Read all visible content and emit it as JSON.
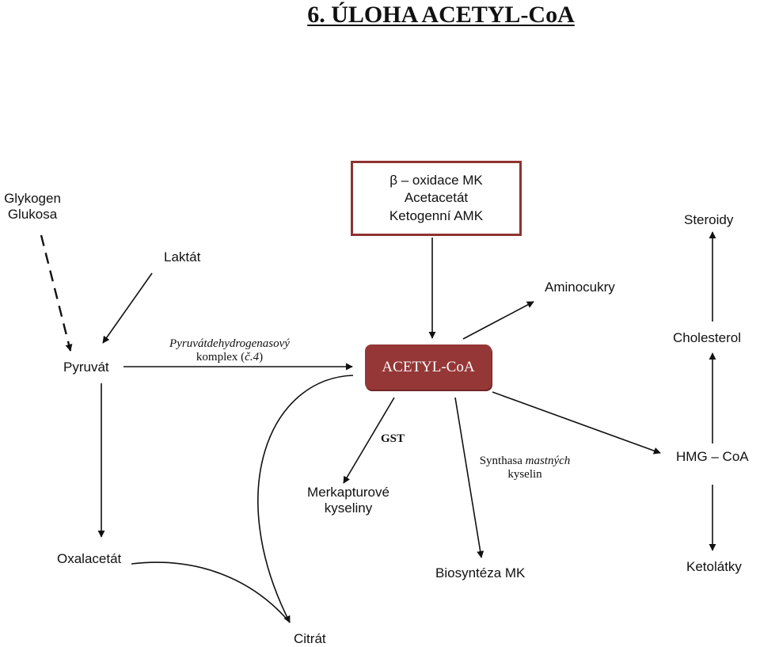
{
  "title": "6. ÚLOHA ACETYL-CoA",
  "center_node": "ACETYL-CoA",
  "source_box": {
    "line1": "β – oxidace MK",
    "line2": "Acetacetát",
    "line3": "Ketogenní AMK"
  },
  "nodes": {
    "glykogen": "Glykogen",
    "glukosa": "Glukosa",
    "laktat": "Laktát",
    "pyruvat": "Pyruvát",
    "oxalacetat": "Oxalacetát",
    "citrat": "Citrát",
    "aminocukry": "Aminocukry",
    "steroidy": "Steroidy",
    "cholesterol": "Cholesterol",
    "hmg_coa": "HMG – CoA",
    "ketolatky": "Ketolátky",
    "biosynteza": "Biosyntéza MK",
    "merkapturove_1": "Merkapturové",
    "merkapturove_2": "kyseliny"
  },
  "edge_labels": {
    "pdh_1": "Pyruvátdehydrogenasový",
    "pdh_2_prefix": "komplex (",
    "pdh_2_num": "č.4",
    "pdh_2_suffix": ")",
    "gst": "GST",
    "synthasa_1a": "Synthasa ",
    "synthasa_1b": "mastných",
    "synthasa_2": "kyselin"
  }
}
